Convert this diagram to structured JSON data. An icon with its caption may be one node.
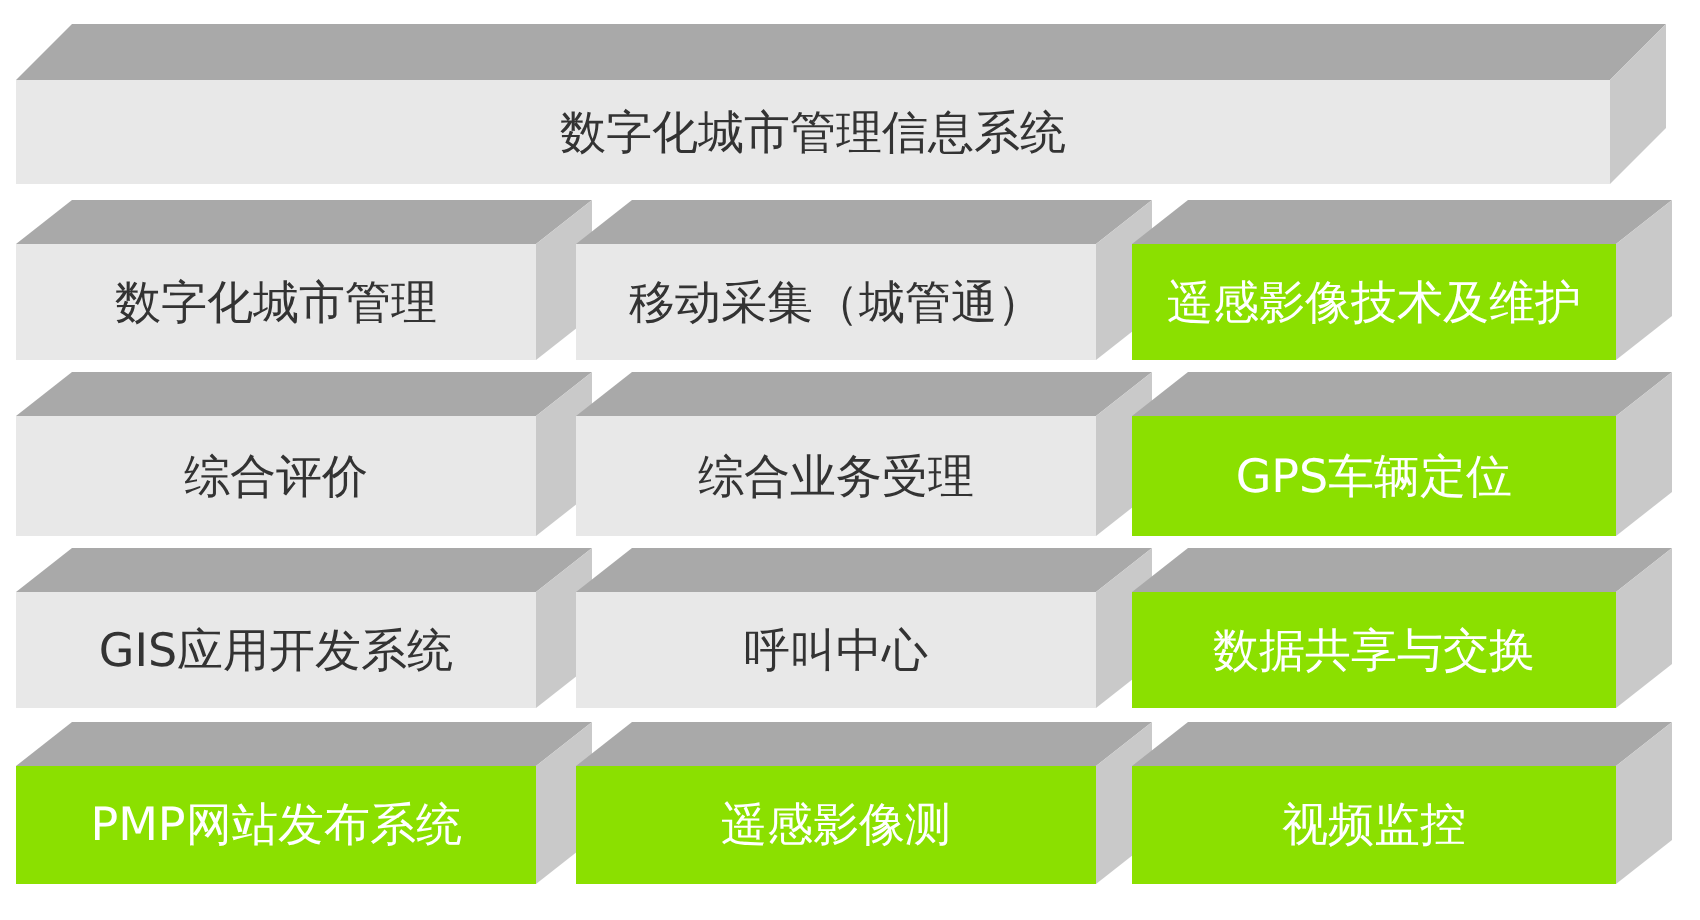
{
  "diagram": {
    "nodes": [
      {
        "text": [
          "数字化城市管理信息系统"
        ]
      },
      {
        "text": [
          "数字化城市管理"
        ]
      },
      {
        "text": [
          "移动采集（城管通）"
        ]
      },
      {
        "text": [
          "遥感影像技术及维护"
        ]
      },
      {
        "text": [
          "综合评价"
        ]
      },
      {
        "text": [
          "综合业务受理"
        ]
      },
      {
        "text": [
          "GPS车辆定位"
        ]
      },
      {
        "text": [
          "GIS应用开发系统"
        ]
      },
      {
        "text": [
          "呼叫中心"
        ]
      },
      {
        "text": [
          "数据共享与交换"
        ]
      },
      {
        "text": [
          "PMP网站发布系统"
        ]
      },
      {
        "text": [
          "遥感影像测"
        ]
      },
      {
        "text": [
          "视频监控"
        ]
      }
    ]
  }
}
